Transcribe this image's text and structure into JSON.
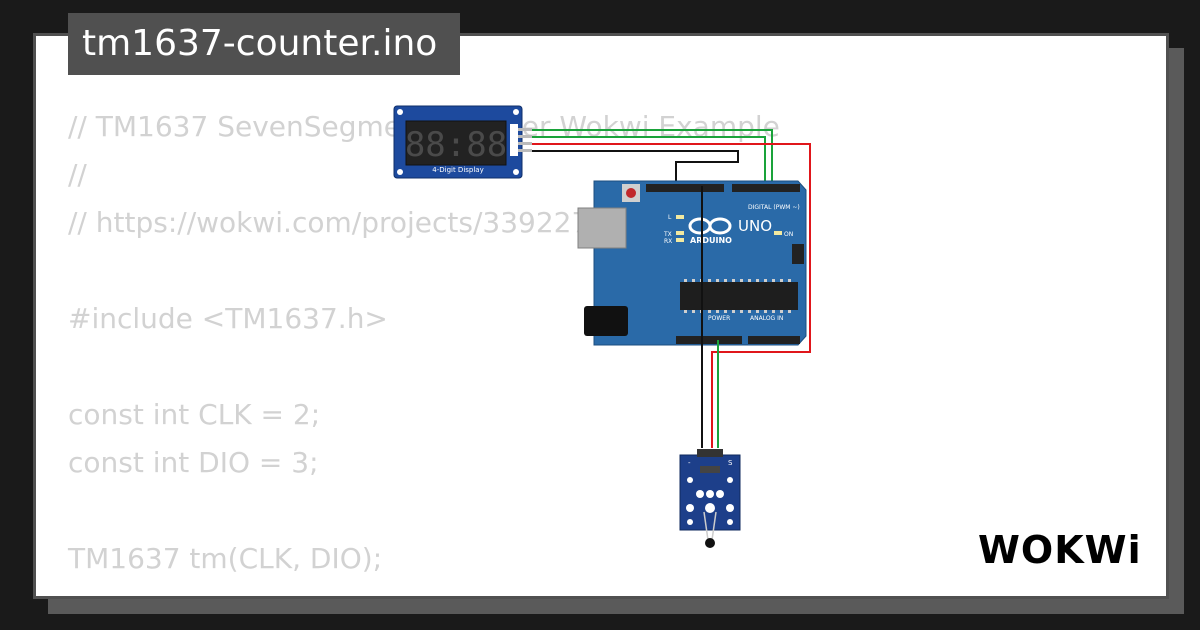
{
  "title": "tm1637-counter.ino",
  "code_lines": [
    "// TM1637 SevenSegment Counter Wokwi Example",
    "//",
    "// https://wokwi.com/projects/339227323398095442",
    "",
    "#include <TM1637.h>",
    "",
    "const int CLK = 2;",
    "const int DIO = 3;",
    "",
    "TM1637 tm(CLK, DIO);"
  ],
  "display": {
    "digits": "88:88",
    "caption": "4-Digit Display"
  },
  "arduino": {
    "model": "UNO",
    "brand": "ARDUINO",
    "digital_label": "DIGITAL (PWM ~)",
    "analog_label": "ANALOG IN",
    "power_label": "POWER",
    "on_label": "ON",
    "tx_label": "TX",
    "rx_label": "RX",
    "l_label": "L"
  },
  "sensor": {
    "minus_label": "-",
    "s_label": "S"
  },
  "logo": "WOKWi",
  "colors": {
    "board": "#2a6aa8",
    "module": "#1d3f8a",
    "wire_red": "#e0161b",
    "wire_green": "#1aa33a",
    "wire_black": "#111111",
    "code_text": "#d2d2d2"
  }
}
